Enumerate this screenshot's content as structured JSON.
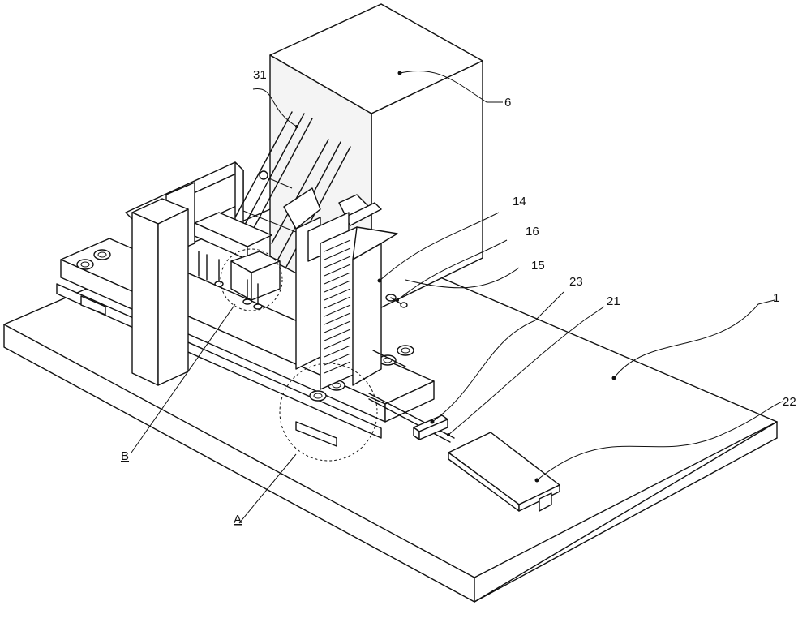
{
  "labels": {
    "l31": "31",
    "l6": "6",
    "l14": "14",
    "l16": "16",
    "l15": "15",
    "l23": "23",
    "l21": "21",
    "l1": "1",
    "l22": "22",
    "lB": "B",
    "lA": "A"
  }
}
